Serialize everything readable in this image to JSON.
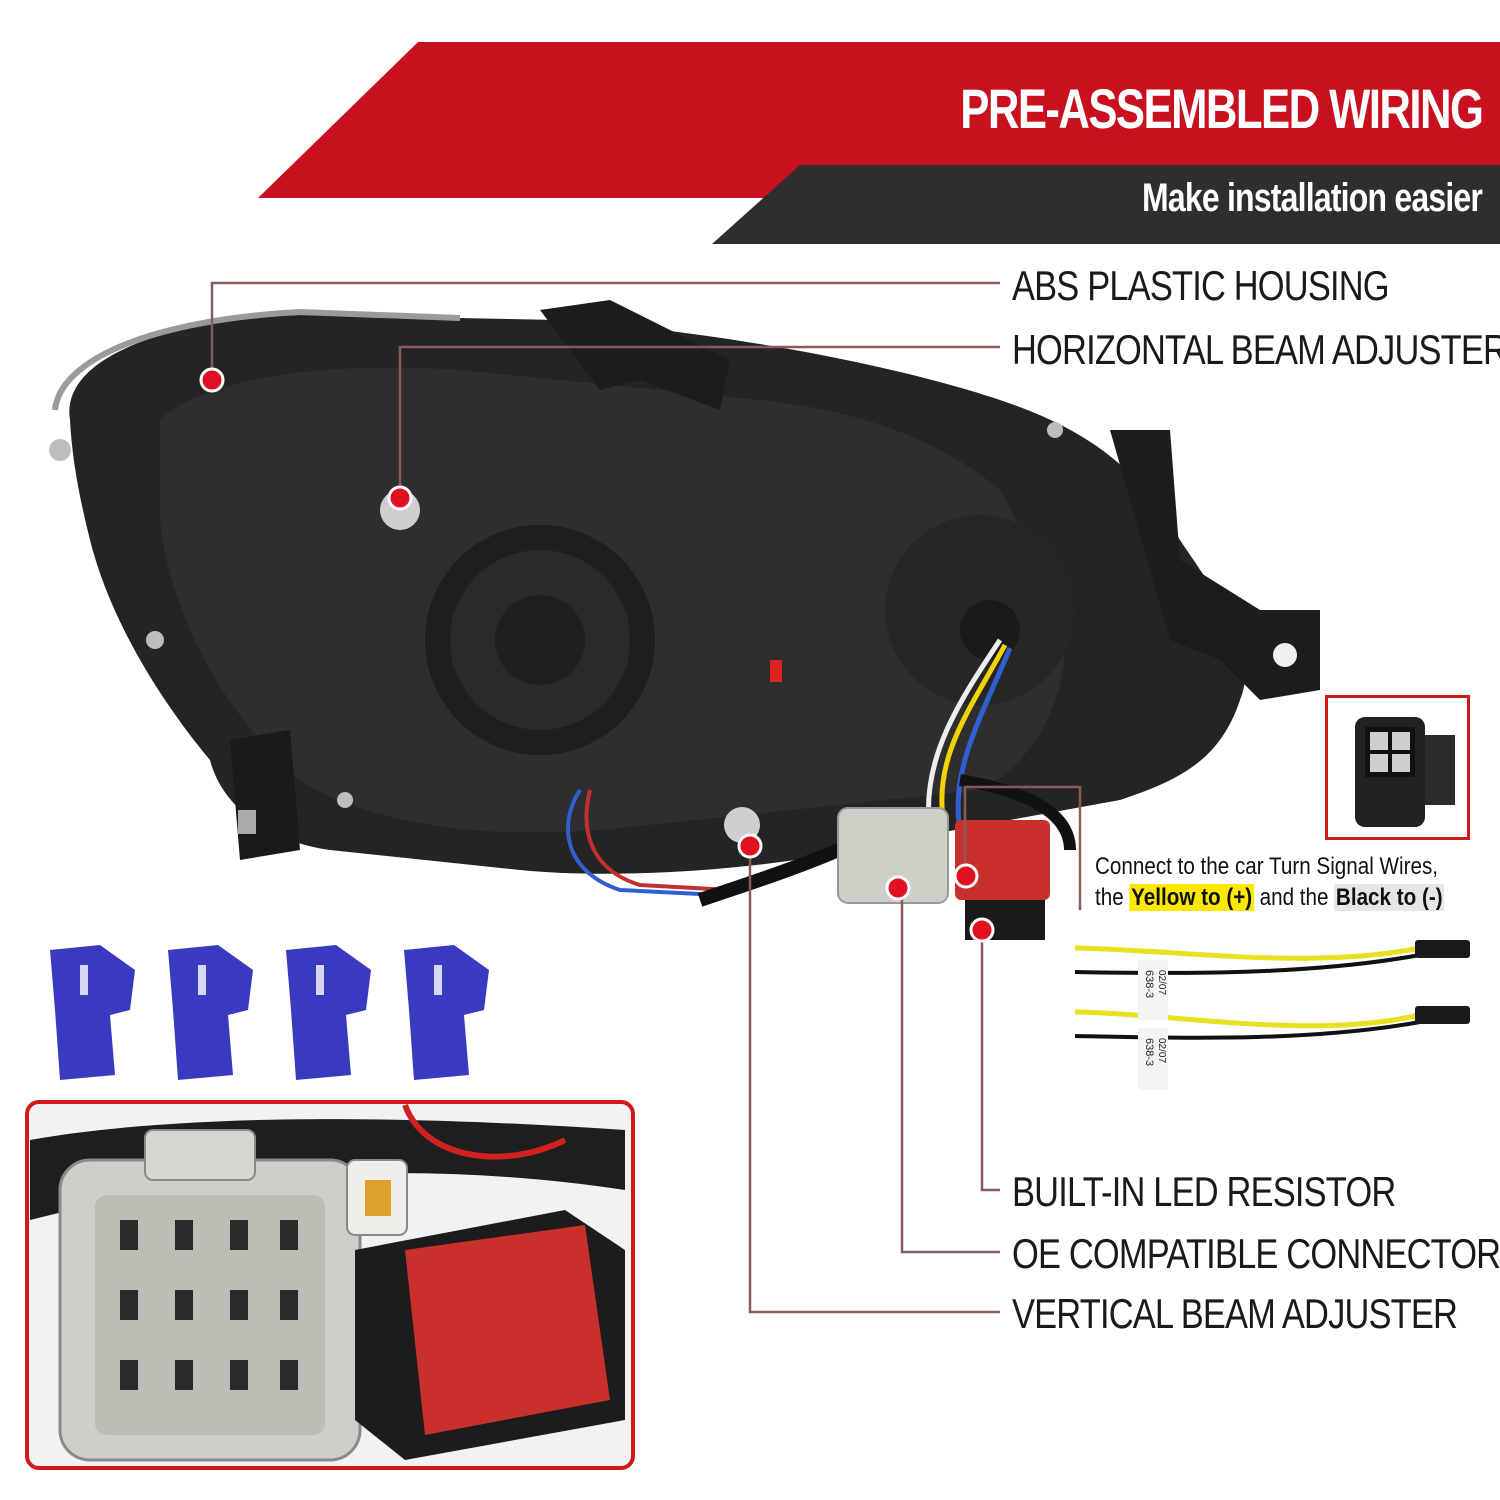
{
  "header": {
    "title": "PRE-ASSEMBLED WIRING",
    "subtitle": "Make installation easier"
  },
  "callouts": {
    "abs_housing": "ABS PLASTIC HOUSING",
    "horizontal_adjuster": "HORIZONTAL BEAM ADJUSTER",
    "led_resistor": "BUILT-IN LED RESISTOR",
    "oe_connector": "OE COMPATIBLE CONNECTOR",
    "vertical_adjuster": "VERTICAL BEAM ADJUSTER"
  },
  "wiring_note": {
    "line1": "Connect to the car Turn Signal Wires,",
    "line2_prefix": "the",
    "yellow": "Yellow to (+)",
    "middle": "and the",
    "black": "Black to (-)"
  },
  "wire_tags": {
    "tag1": "638-3",
    "tag1_sub": "02/07",
    "tag2": "638-3",
    "tag2_sub": "02/07"
  },
  "colors": {
    "banner_red": "#c8101e",
    "banner_dark": "#2e2e2e",
    "accent_red": "#e01020",
    "leader_line": "#8a5a5a",
    "tap_blue": "#3a3ac0"
  },
  "icons": [
    "red-dot-marker",
    "t-tap-connector",
    "inset-frame"
  ]
}
